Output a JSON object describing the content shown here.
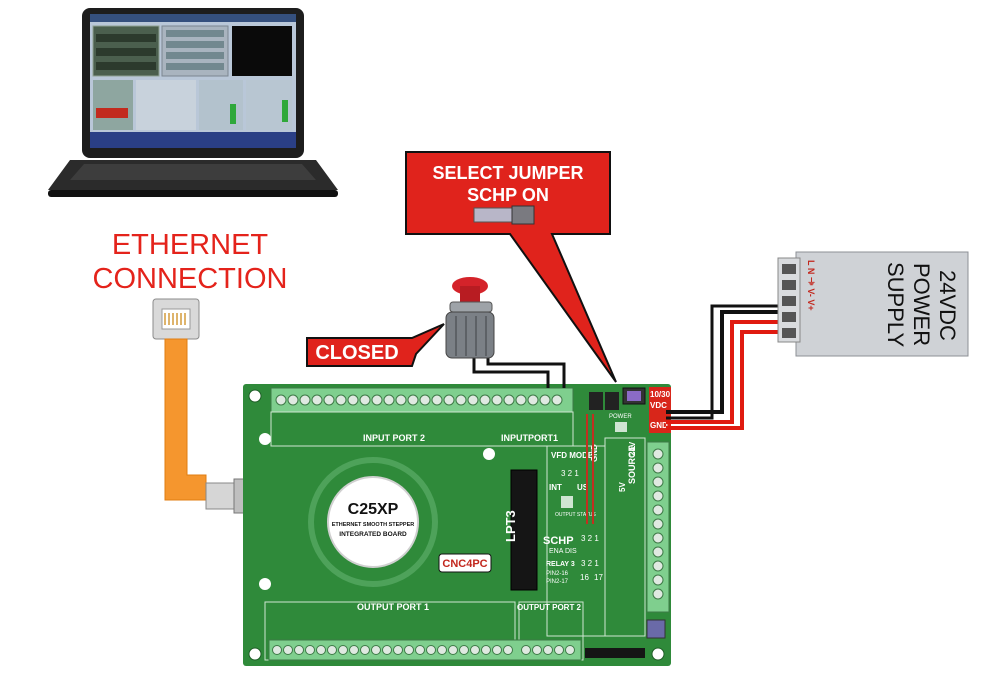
{
  "labels": {
    "ethernet_line1": "ETHERNET",
    "ethernet_line2": "CONNECTION",
    "closed": "CLOSED",
    "jumper_line1": "SELECT JUMPER",
    "jumper_line2": "SCHP ON"
  },
  "power_supply": {
    "line1": "24VDC",
    "line2": "POWER",
    "line3": "SUPPLY",
    "terminals": "L  N  ⏚  V-  V+"
  },
  "board": {
    "model": "C25XP",
    "subtitle1": "ETHERNET SMOOTH STEPPER",
    "subtitle2": "INTEGRATED BOARD",
    "brand": "CNC4PC",
    "lpt3": "LPT3",
    "input_port1": "INPUTPORT1",
    "input_port2": "INPUT PORT 2",
    "output_port1": "OUTPUT PORT 1",
    "output_port2": "OUTPUT PORT 2",
    "vfd_mode": "VFD MODE",
    "int": "INT",
    "us": "US",
    "output_status": "OUTPUT STATUS",
    "schp": "SCHP",
    "ena_dis": "ENA DIS",
    "relay3": "RELAY 3",
    "pin216": "PIN2-16",
    "pin217": "PIN2-17",
    "source": "SOURCE",
    "gnd": "GND",
    "v5": "5V",
    "v24": "24V",
    "power": "POWER",
    "vdc_1": "10/30",
    "vdc_2": "VDC",
    "vdc_gnd": "GND",
    "n321a": "3 2 1",
    "n321b": "3 2 1",
    "n321c": "3 2 1",
    "n16": "16",
    "n17": "17"
  },
  "colors": {
    "accent_red": "#e4231b",
    "board_green": "#2f8a3a",
    "cable_orange": "#f5962e"
  }
}
